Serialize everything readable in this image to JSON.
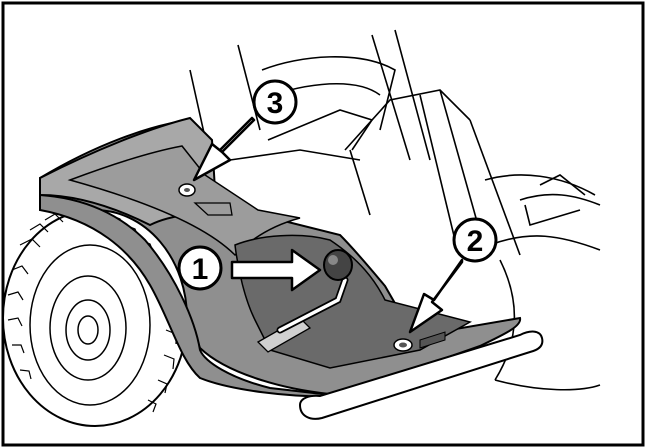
{
  "colors": {
    "frame": "#000000",
    "floor_pan": "#8f8f8f",
    "floor_pan_dark": "#6a6a6a",
    "tire": "#ffffff",
    "line": "#000000",
    "background": "#ffffff"
  },
  "callouts": [
    {
      "number": "1",
      "arrow": "right",
      "points_to": "drain-plug-handle"
    },
    {
      "number": "2",
      "arrow": "down-left",
      "points_to": "right-drain-hole"
    },
    {
      "number": "3",
      "arrow": "down-left",
      "points_to": "rear-drain-hole"
    }
  ]
}
